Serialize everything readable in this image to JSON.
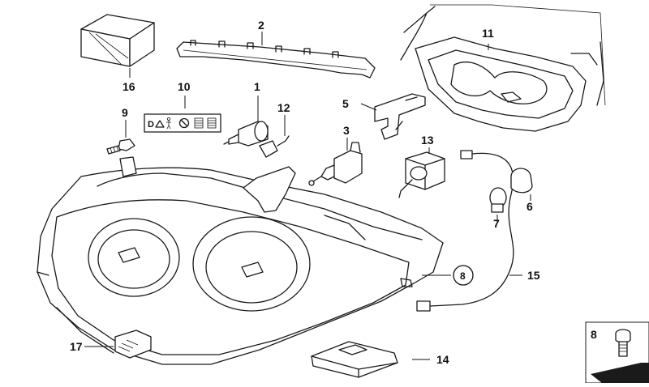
{
  "callouts": {
    "c1": "1",
    "c2": "2",
    "c3": "3",
    "c5": "5",
    "c6": "6",
    "c7": "7",
    "c8_circle": "8",
    "c8_inset": "8",
    "c9": "9",
    "c10": "10",
    "c11": "11",
    "c12": "12",
    "c13": "13",
    "c14": "14",
    "c15": "15",
    "c16": "16",
    "c17": "17"
  },
  "warning_label": {
    "prefix": "D"
  }
}
